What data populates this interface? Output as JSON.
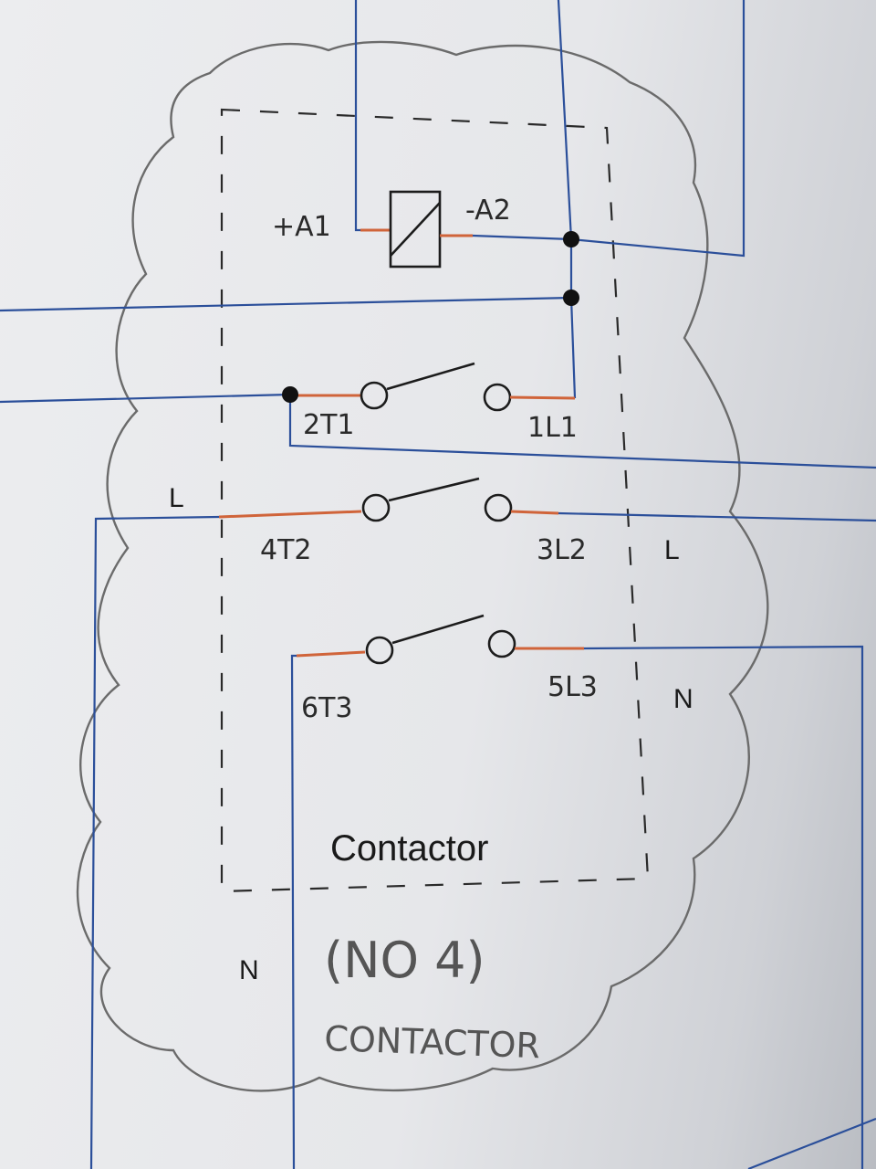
{
  "diagram": {
    "title": "Contactor",
    "note_line1": "(NO 4)",
    "note_line2": "CONTACTOR",
    "coil": {
      "terminal_plus": "+A1",
      "terminal_minus": "-A2"
    },
    "contacts": [
      {
        "load": "2T1",
        "line": "1L1"
      },
      {
        "load": "4T2",
        "line": "3L2"
      },
      {
        "load": "6T3",
        "line": "5L3"
      }
    ],
    "side_labels": {
      "left_live": "L",
      "right_live": "L",
      "right_neutral": "N",
      "bottom_neutral": "N"
    },
    "colors": {
      "wire": "#2b4f9a",
      "terminal": "#d0643a",
      "pencil": "#6b6b6b"
    }
  }
}
